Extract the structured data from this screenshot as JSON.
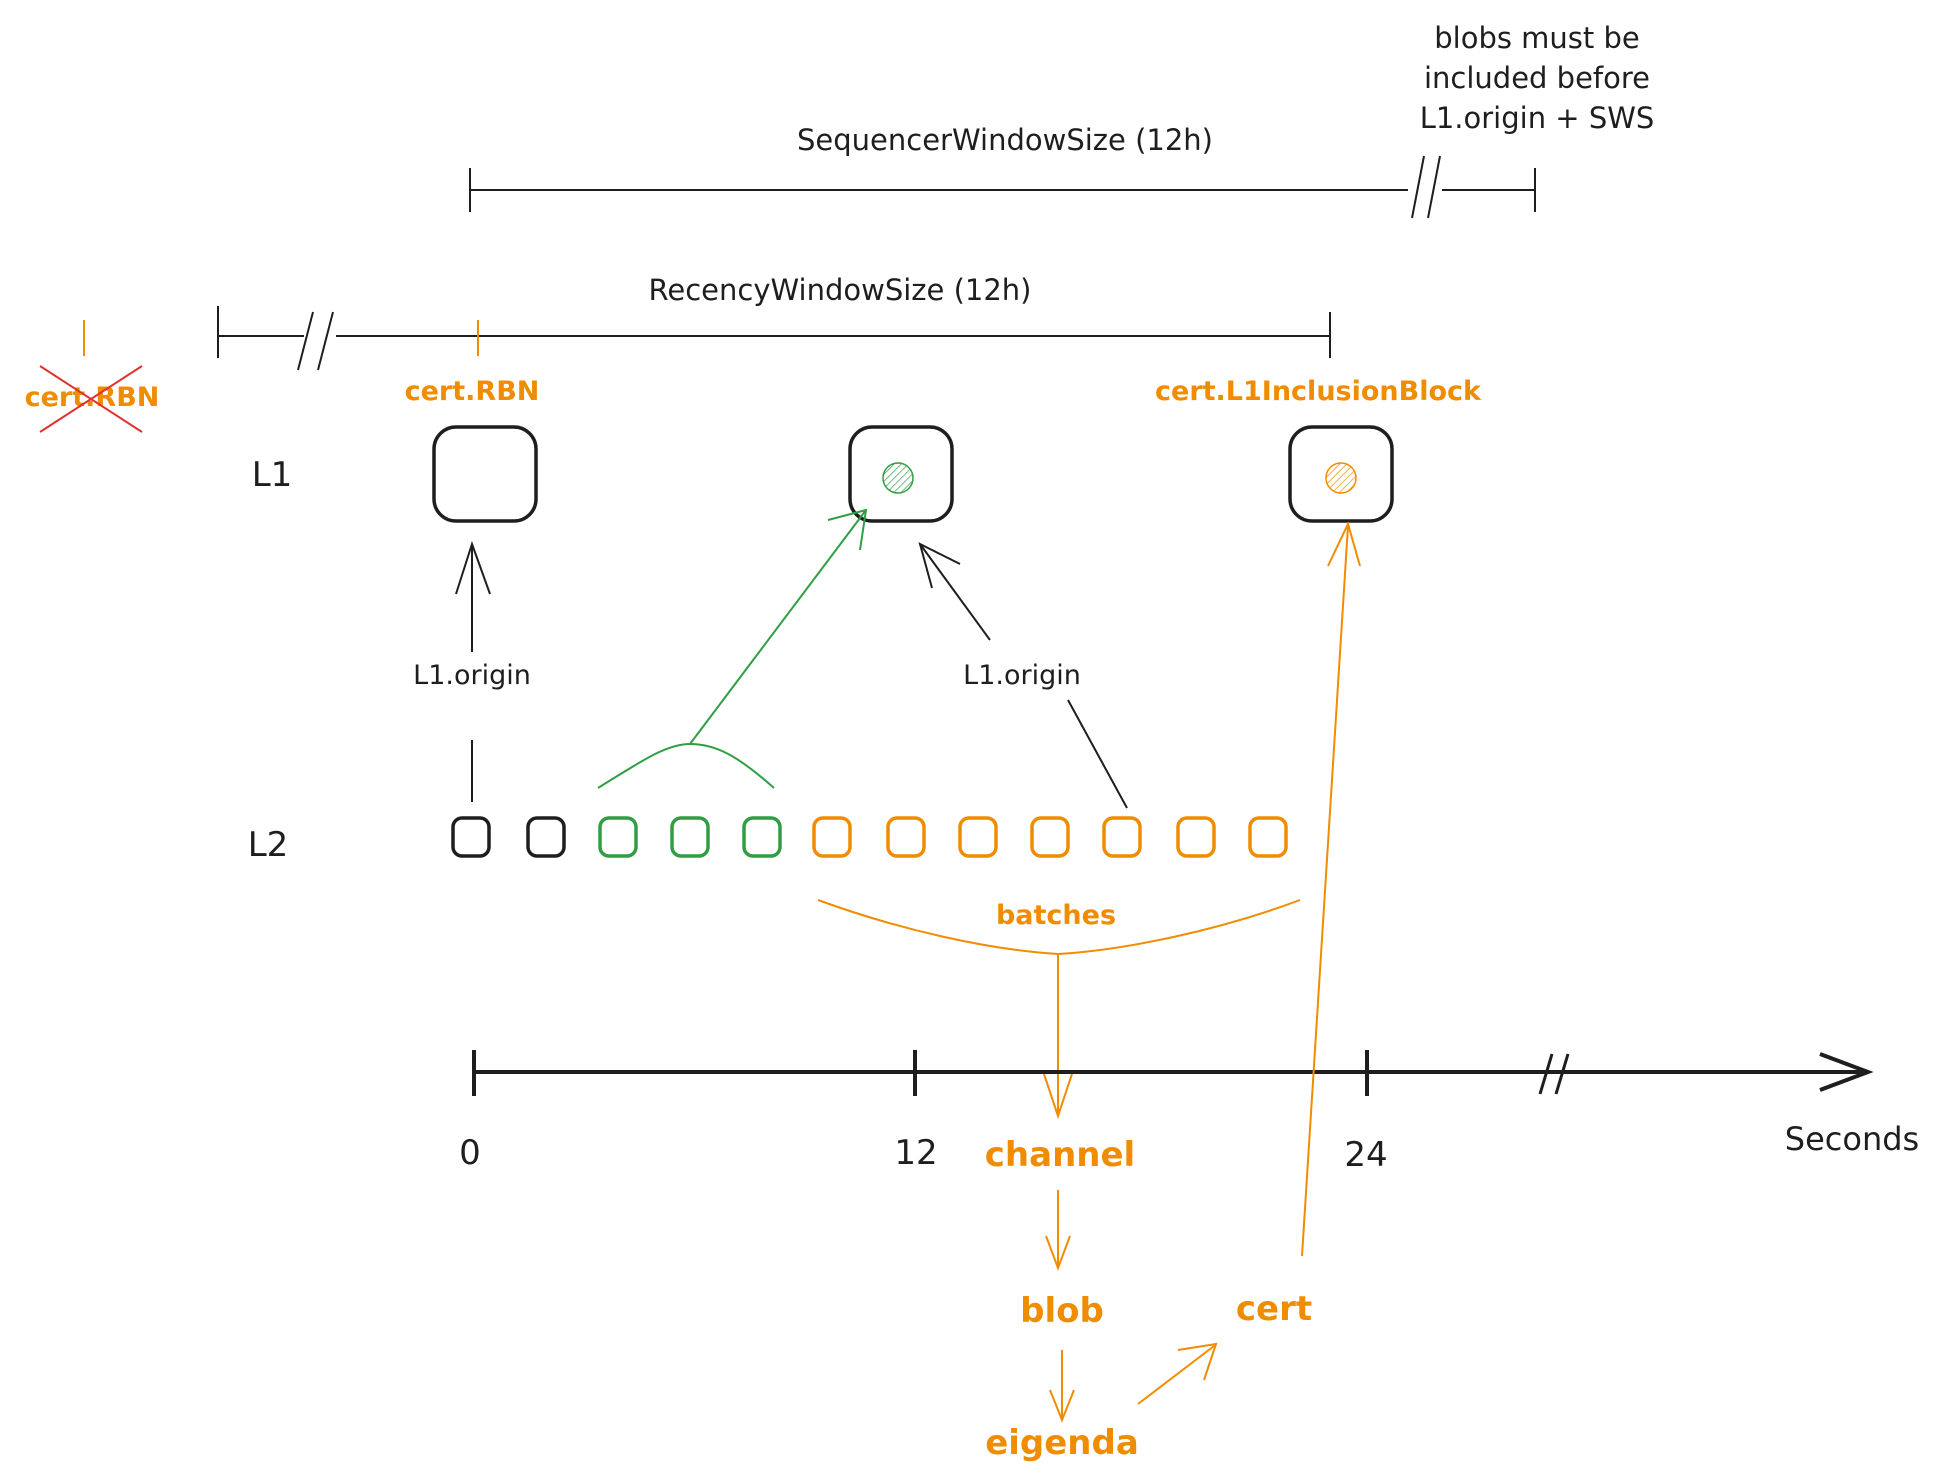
{
  "labels": {
    "sequencer_window": "SequencerWindowSize (12h)",
    "blobs_note_line1": "blobs must be",
    "blobs_note_line2": "included before",
    "blobs_note_line3": "L1.origin + SWS",
    "recency_window": "RecencyWindowSize (12h)",
    "cert_rbn_crossed": "cert.RBN",
    "cert_rbn": "cert.RBN",
    "cert_l1_inclusion": "cert.L1InclusionBlock",
    "l1_row": "L1",
    "l2_row": "L2",
    "l1_origin_left": "L1.origin",
    "l1_origin_right": "L1.origin",
    "batches": "batches",
    "channel": "channel",
    "blob": "blob",
    "eigenda": "eigenda",
    "cert": "cert"
  },
  "timeline": {
    "ticks": [
      "0",
      "12",
      "24"
    ],
    "unit_label": "Seconds"
  },
  "l2_blocks": {
    "count": 12,
    "groups": [
      "black",
      "black",
      "green",
      "green",
      "green",
      "orange",
      "orange",
      "orange",
      "orange",
      "orange",
      "orange",
      "orange"
    ]
  },
  "colors": {
    "ink": "#1e1e1e",
    "orange": "#f08c00",
    "green": "#2f9e44",
    "red": "#e03131"
  }
}
